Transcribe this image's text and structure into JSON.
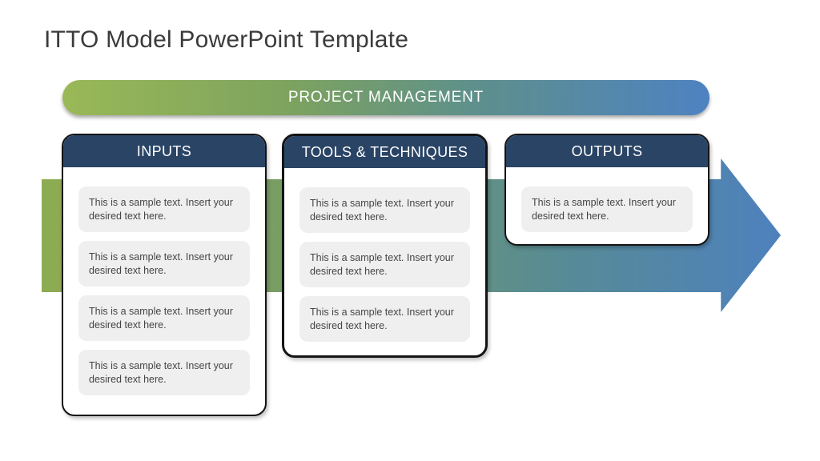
{
  "slide": {
    "title": "ITTO Model PowerPoint Template"
  },
  "banner": {
    "label": "PROJECT MANAGEMENT"
  },
  "colors": {
    "gradient_green": "#9ab857",
    "gradient_blue": "#4e82c1",
    "arrow_green": "#8dac52",
    "arrow_blue": "#4e81bd",
    "header_navy": "#2a4465",
    "card_border": "#141414",
    "sample_box_bg": "#efefef",
    "title_text": "#3b3b3b",
    "sample_text": "#454545"
  },
  "columns": [
    {
      "title": "INPUTS",
      "items": [
        "This is a sample text. Insert your desired text here.",
        "This is a sample text. Insert your desired text here.",
        "This is a sample text. Insert your desired text here.",
        "This is a sample text. Insert your desired text here."
      ]
    },
    {
      "title": "TOOLS & TECHNIQUES",
      "items": [
        "This is a sample text. Insert your desired text here.",
        "This is a sample text. Insert your desired text here.",
        "This is a sample text. Insert your desired text here."
      ]
    },
    {
      "title": "OUTPUTS",
      "items": [
        "This is a sample text. Insert your desired text here."
      ]
    }
  ]
}
